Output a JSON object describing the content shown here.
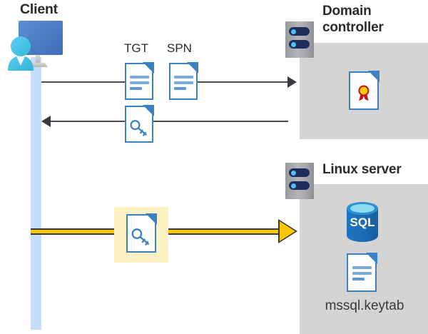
{
  "diagram": {
    "title_client": "Client",
    "title_domain_controller": "Domain\ncontroller",
    "title_linux_server": "Linux server",
    "labels": {
      "tgt": "TGT",
      "spn": "SPN",
      "keytab_filename": "mssql.keytab",
      "sql_text": "SQL"
    },
    "icons": {
      "client": "client-workstation-icon",
      "dc_rack": "server-rack-icon",
      "linux_rack": "server-rack-icon",
      "tgt_doc": "document-icon",
      "spn_doc": "document-icon",
      "ticket_doc": "key-document-icon",
      "keytab_flow_doc": "key-document-icon",
      "keytab_server_doc": "document-icon",
      "certificate": "certificate-document-icon",
      "database": "sql-database-icon"
    },
    "flows": [
      {
        "name": "client-to-dc-request",
        "direction": "right",
        "style": "gray",
        "carries": [
          "TGT",
          "SPN"
        ]
      },
      {
        "name": "dc-to-client-response",
        "direction": "left",
        "style": "gray",
        "carries": [
          "service-ticket"
        ]
      },
      {
        "name": "client-to-linux-keytab",
        "direction": "right",
        "style": "yellow-highlighted",
        "carries": [
          "mssql.keytab"
        ]
      }
    ],
    "colors": {
      "panel_gray": "#d4d4d4",
      "lifeline_blue": "#c5dcfa",
      "highlight_yellow": "#fdf1c4",
      "arrow_yellow": "#f6c700",
      "arrow_gray": "#3a3a40",
      "doc_blue": "#3b82c4",
      "sql_blue": "#1b72bd",
      "text_dark": "#2b2b2b"
    }
  }
}
